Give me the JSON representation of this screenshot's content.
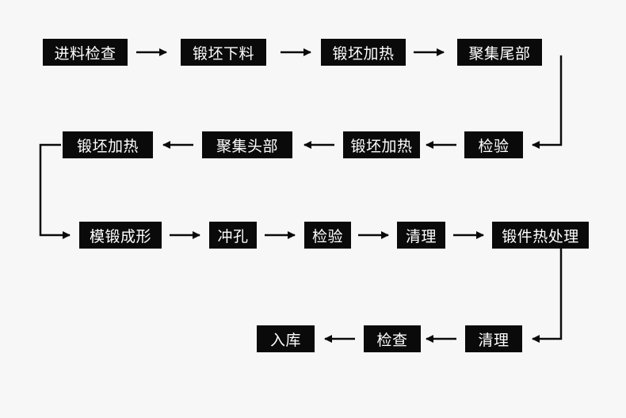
{
  "steps": [
    {
      "id": "s1",
      "label": "进料检查"
    },
    {
      "id": "s2",
      "label": "锻坯下料"
    },
    {
      "id": "s3",
      "label": "锻坯加热"
    },
    {
      "id": "s4",
      "label": "聚集尾部"
    },
    {
      "id": "s5",
      "label": "检验"
    },
    {
      "id": "s6",
      "label": "锻坯加热"
    },
    {
      "id": "s7",
      "label": "聚集头部"
    },
    {
      "id": "s8",
      "label": "锻坯加热"
    },
    {
      "id": "s9",
      "label": "模锻成形"
    },
    {
      "id": "s10",
      "label": "冲孔"
    },
    {
      "id": "s11",
      "label": "检验"
    },
    {
      "id": "s12",
      "label": "清理"
    },
    {
      "id": "s13",
      "label": "锻件热处理"
    },
    {
      "id": "s14",
      "label": "清理"
    },
    {
      "id": "s15",
      "label": "检查"
    },
    {
      "id": "s16",
      "label": "入库"
    }
  ],
  "colors": {
    "box": "#0a0a0a",
    "text": "#ffffff",
    "arrow": "#0a0a0a",
    "background": "#f7f7f7"
  }
}
